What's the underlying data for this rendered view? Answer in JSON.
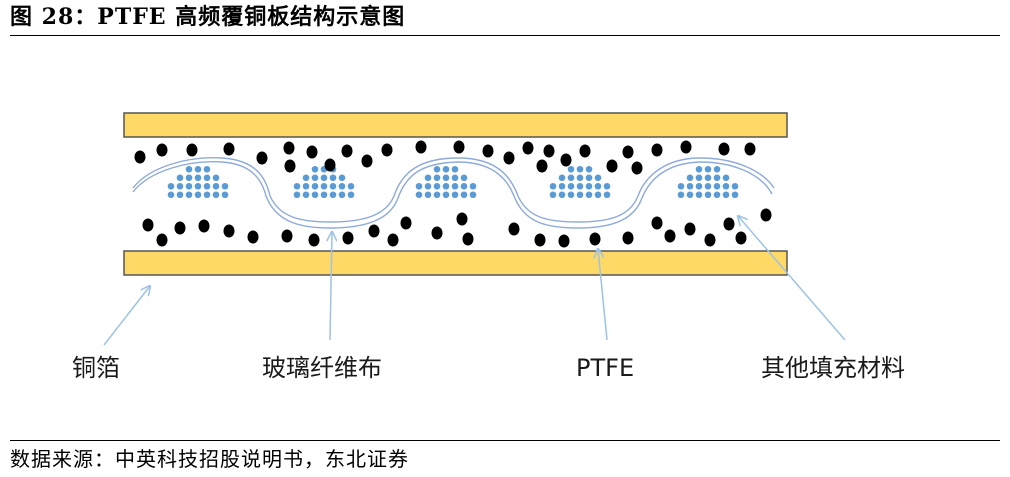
{
  "figure": {
    "title": "图 28：PTFE 高频覆铜板结构示意图",
    "source": "数据来源：中英科技招股说明书，东北证券"
  },
  "labels": {
    "copper_foil": "铜箔",
    "glass_fiber": "玻璃纤维布",
    "ptfe": "PTFE",
    "filler": "其他填充材料"
  },
  "colors": {
    "copper": "#FFD966",
    "copper_border": "#555555",
    "ptfe_dot": "#000000",
    "filler_dot": "#5B9BD5",
    "fiber": "#8EAADB",
    "arrow": "#9DC3E6"
  }
}
